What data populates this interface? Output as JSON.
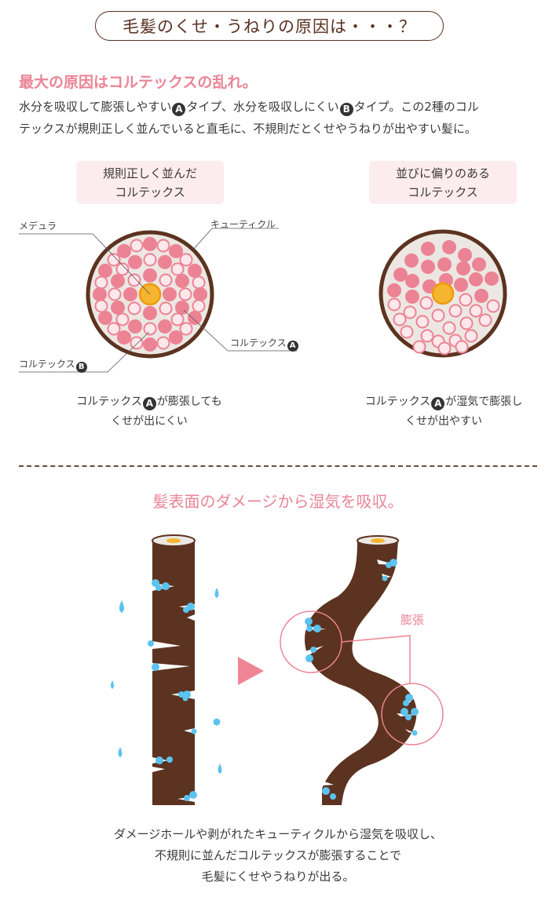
{
  "header": {
    "title": "毛髪のくせ・うねりの原因は・・・？"
  },
  "section1": {
    "heading": "最大の原因はコルテックスの乱れ。",
    "paragraph": {
      "line1_a": "水分を吸収して膨張しやすい",
      "badge_a": "A",
      "line1_b": "タイプ、水分を吸収しにくい",
      "badge_b": "B",
      "line1_c": "タイプ。この2種のコル",
      "line2": "テックスが規則正しく並んでいると直毛に、不規則だとくせやうねりが出やすい髪に。"
    },
    "diagram_left": {
      "label_line1": "規則正しく並んだ",
      "label_line2": "コルテックス",
      "callouts": {
        "medulla": "メデュラ",
        "cuticle": "キューティクル",
        "cortex_a": "コルテックス",
        "cortex_a_badge": "A",
        "cortex_b": "コルテックス",
        "cortex_b_badge": "B"
      },
      "caption_line1_a": "コルテックス",
      "caption_badge": "A",
      "caption_line1_b": "が膨張しても",
      "caption_line2": "くせが出にくい"
    },
    "diagram_right": {
      "label_line1": "並びに偏りのある",
      "label_line2": "コルテックス",
      "caption_line1_a": "コルテックス",
      "caption_badge": "A",
      "caption_line1_b": "が湿気で膨張し",
      "caption_line2": "くせが出やすい"
    }
  },
  "section2": {
    "heading": "髪表面のダメージから湿気を吸収。",
    "swell_label": "膨張",
    "caption": [
      "ダメージホールや剥がれたキューティクルから湿気を吸収し、",
      "不規則に並んだコルテックスが膨張することで",
      "毛髪にくせやうねりが出る。"
    ]
  },
  "colors": {
    "brown": "#5c3320",
    "pink": "#ea8496",
    "pink_light": "#fdecef",
    "cortex_a": "#ec8394",
    "cortex_b_fill": "#fde8ec",
    "medulla": "#f6b52e",
    "water": "#5bc3ef",
    "fill_gray": "#ece7e2"
  }
}
